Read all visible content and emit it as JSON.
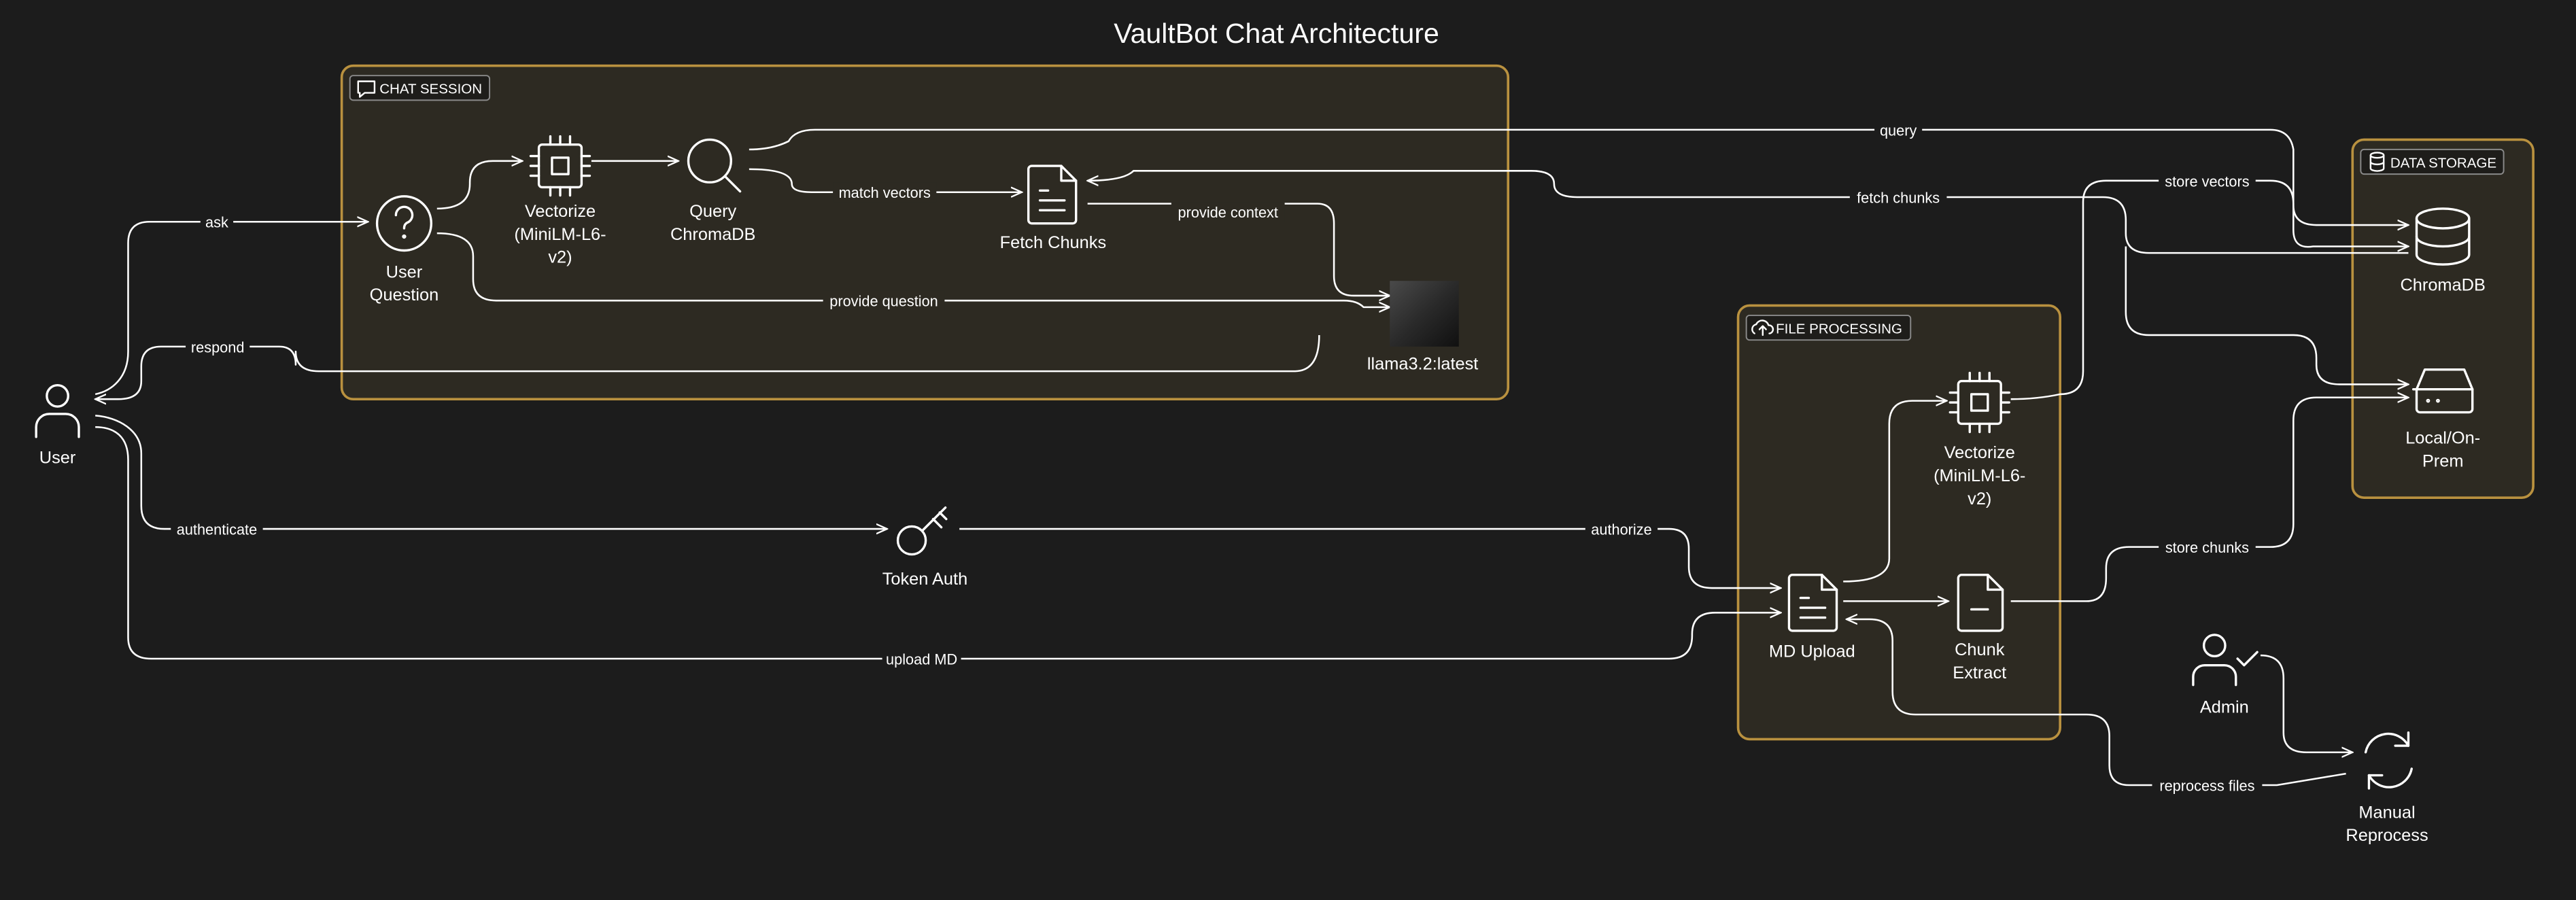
{
  "title": "VaultBot Chat Architecture",
  "groups": {
    "chat_session": "CHAT SESSION",
    "file_processing": "FILE PROCESSING",
    "data_storage": "DATA STORAGE"
  },
  "nodes": {
    "user": "User",
    "user_question": [
      "User",
      "Question"
    ],
    "vectorize_chat": [
      "Vectorize",
      "(MiniLM-L6-",
      "v2)"
    ],
    "query_chromadb": [
      "Query",
      "ChromaDB"
    ],
    "fetch_chunks": "Fetch Chunks",
    "llama": "llama3.2:latest",
    "token_auth": "Token Auth",
    "md_upload": "MD Upload",
    "vectorize_file": [
      "Vectorize",
      "(MiniLM-L6-",
      "v2)"
    ],
    "chunk_extract": [
      "Chunk",
      "Extract"
    ],
    "chromadb": "ChromaDB",
    "local_onprem": [
      "Local/On-",
      "Prem"
    ],
    "admin": "Admin",
    "manual_reprocess": [
      "Manual",
      "Reprocess"
    ]
  },
  "edges": {
    "ask": "ask",
    "respond": "respond",
    "authenticate": "authenticate",
    "upload_md": "upload MD",
    "match_vectors": "match vectors",
    "provide_context": "provide context",
    "provide_question": "provide question",
    "query": "query",
    "fetch_chunks": "fetch chunks",
    "store_vectors": "store vectors",
    "store_chunks": "store chunks",
    "authorize": "authorize",
    "reprocess_files": "reprocess files"
  },
  "colors": {
    "background": "#1c1c1c",
    "group_fill": "#2d2a22",
    "group_border": "#b9913f",
    "line": "#ffffff"
  }
}
